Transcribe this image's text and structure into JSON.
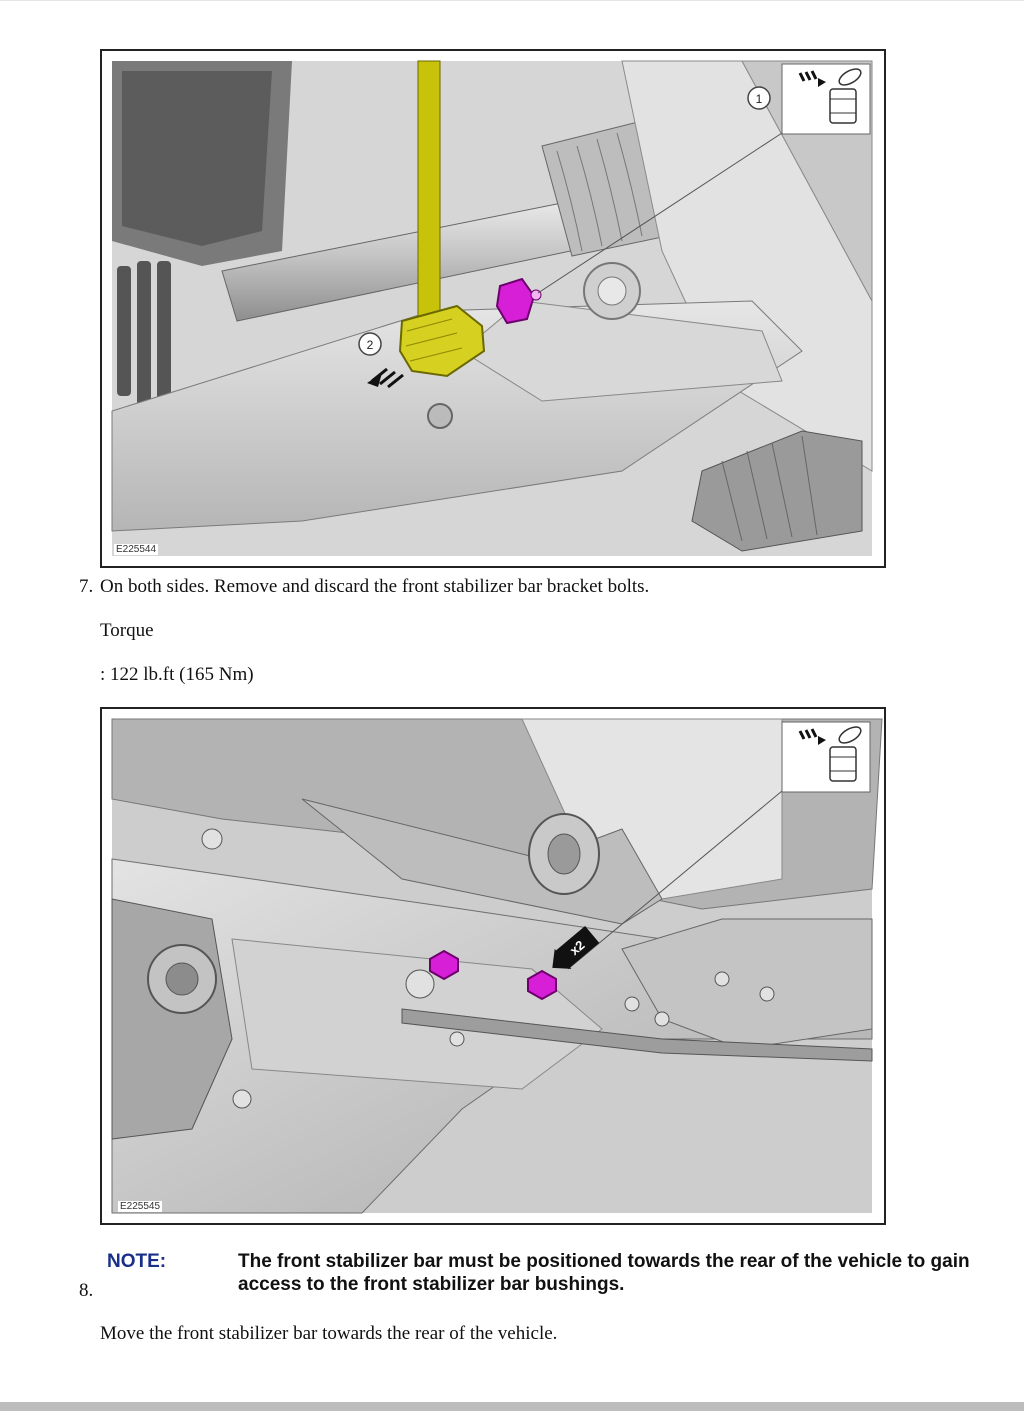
{
  "figure1": {
    "id": "E225544",
    "callout_1": "1",
    "callout_2": "2"
  },
  "step7": {
    "number": "7.",
    "text": "On both sides. Remove and discard the front stabilizer bar bracket bolts.",
    "torque_label": "Torque",
    "torque_value": ": 122 lb.ft (165 Nm)"
  },
  "figure2": {
    "id": "E225545",
    "callout_x2": "x2"
  },
  "step8": {
    "number": "8.",
    "note_label": "NOTE:",
    "note_text": "The front stabilizer bar must be positioned towards the rear of the vehicle to gain access to the front stabilizer bar bushings.",
    "text": "Move the front stabilizer bar towards the rear of the vehicle."
  },
  "colors": {
    "highlight_bolt": "#d81fd8",
    "highlight_link": "#c8c20a",
    "note_label": "#1a2f8a",
    "figure_metal": "#cfcfcf"
  },
  "icons": [
    "discard-bin-icon",
    "arrow-icon"
  ]
}
